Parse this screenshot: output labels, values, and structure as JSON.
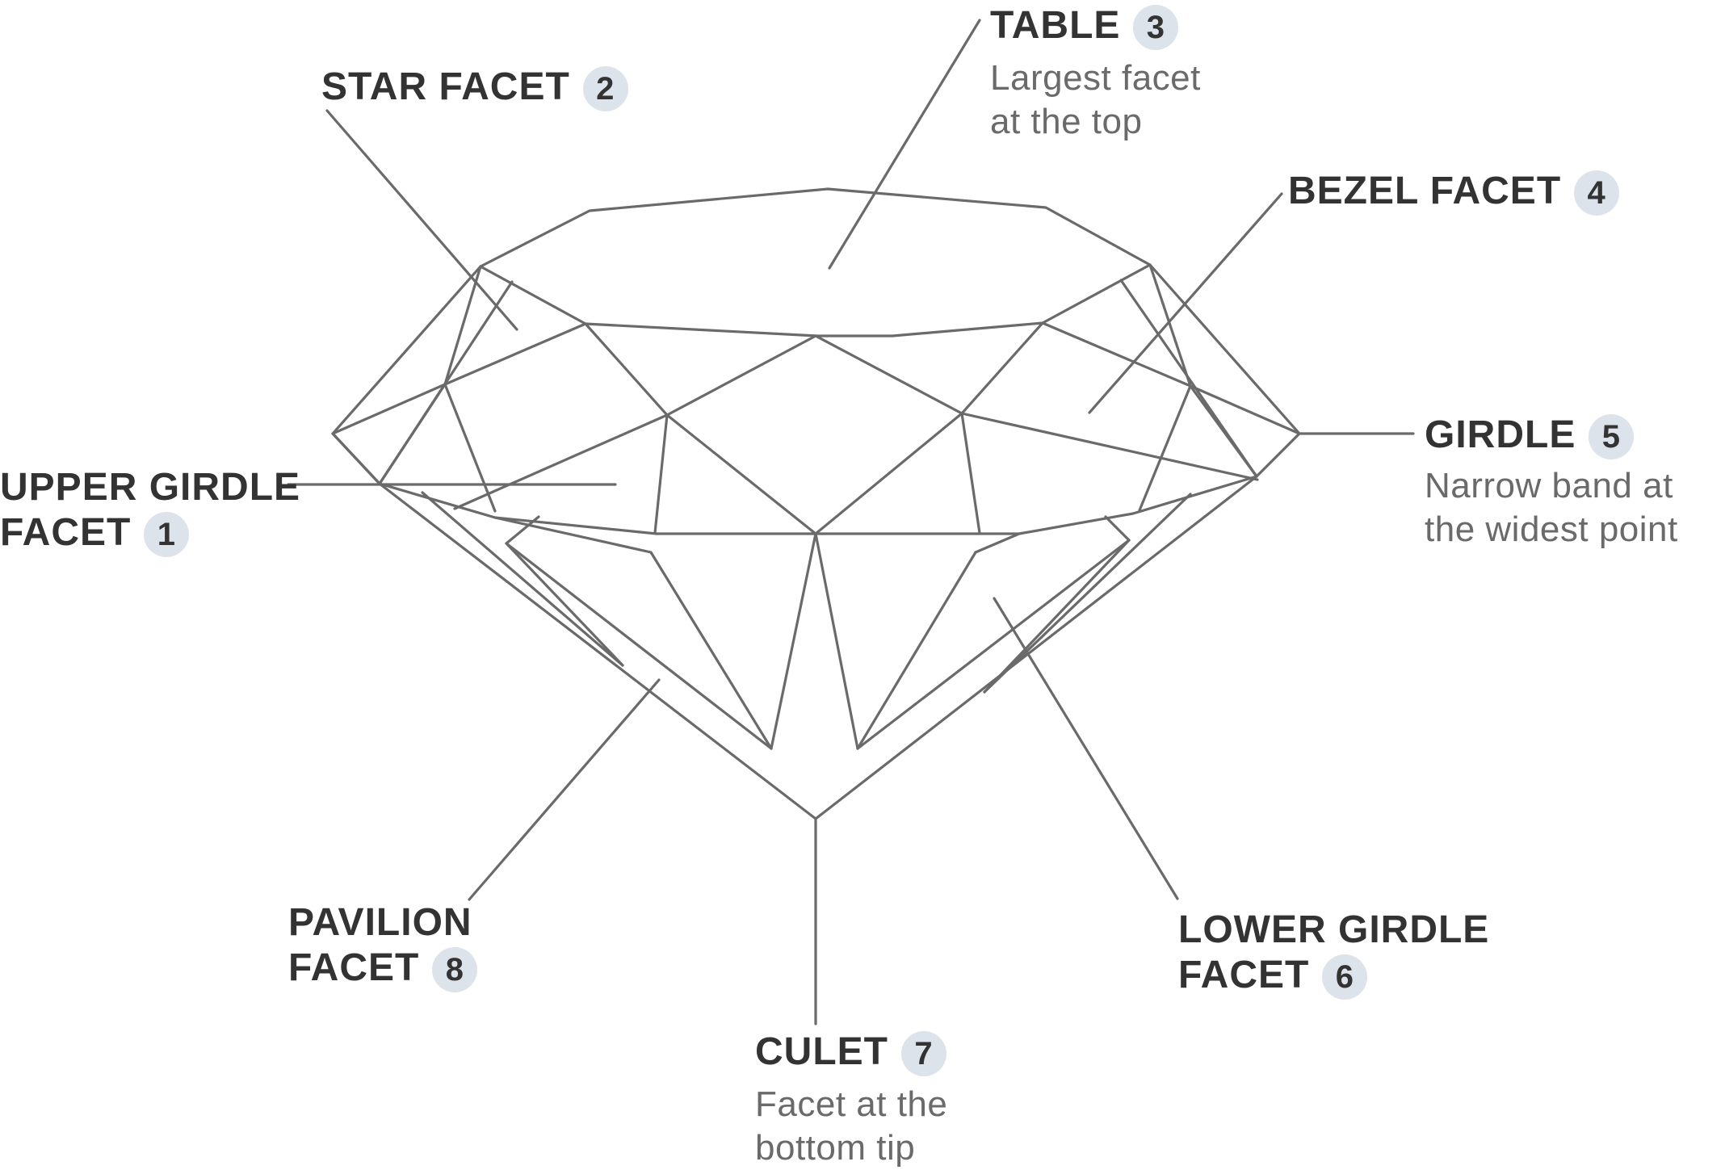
{
  "parts": [
    {
      "id": "upper-girdle-facet",
      "title_lines": [
        "UPPER GIRDLE",
        "FACET"
      ],
      "number": "1",
      "description": []
    },
    {
      "id": "star-facet",
      "title_lines": [
        "STAR FACET"
      ],
      "number": "2",
      "description": []
    },
    {
      "id": "table",
      "title_lines": [
        "TABLE"
      ],
      "number": "3",
      "description": [
        "Largest facet",
        "at the top"
      ]
    },
    {
      "id": "bezel-facet",
      "title_lines": [
        "BEZEL FACET"
      ],
      "number": "4",
      "description": []
    },
    {
      "id": "girdle",
      "title_lines": [
        "GIRDLE"
      ],
      "number": "5",
      "description": [
        "Narrow band at",
        "the widest point"
      ]
    },
    {
      "id": "lower-girdle-facet",
      "title_lines": [
        "LOWER GIRDLE",
        "FACET"
      ],
      "number": "6",
      "description": []
    },
    {
      "id": "culet",
      "title_lines": [
        "CULET"
      ],
      "number": "7",
      "description": [
        "Facet at the",
        "bottom tip"
      ]
    },
    {
      "id": "pavilion-facet",
      "title_lines": [
        "PAVILION",
        "FACET"
      ],
      "number": "8",
      "description": []
    }
  ],
  "colors": {
    "line": "#6a6a6a",
    "text": "#333333",
    "description_text": "#6a6a6a",
    "badge_background": "#dde3ea"
  }
}
